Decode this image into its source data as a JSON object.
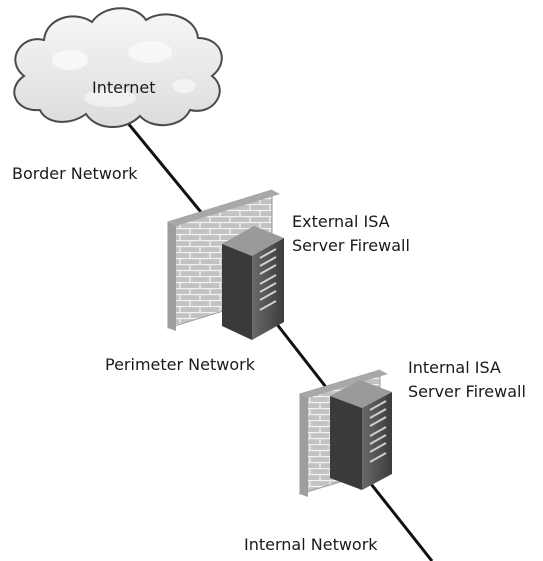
{
  "diagram": {
    "cloud_label": "Internet",
    "border_label": "Border Network",
    "external_fw_line1": "External ISA",
    "external_fw_line2": "Server Firewall",
    "perimeter_label": "Perimeter Network",
    "internal_fw_line1": "Internal ISA",
    "internal_fw_line2": "Server Firewall",
    "internal_net_label": "Internal Network"
  },
  "colors": {
    "cloud_fill": "#ececec",
    "cloud_stroke": "#4a4a4a",
    "brick_face": "#c2c2c2",
    "brick_mortar": "#f2f2f2",
    "brick_top": "#a8a8a8",
    "server_dark": "#333333",
    "server_mid": "#5a5a5a",
    "server_light": "#9a9a9a",
    "line": "#111111"
  }
}
